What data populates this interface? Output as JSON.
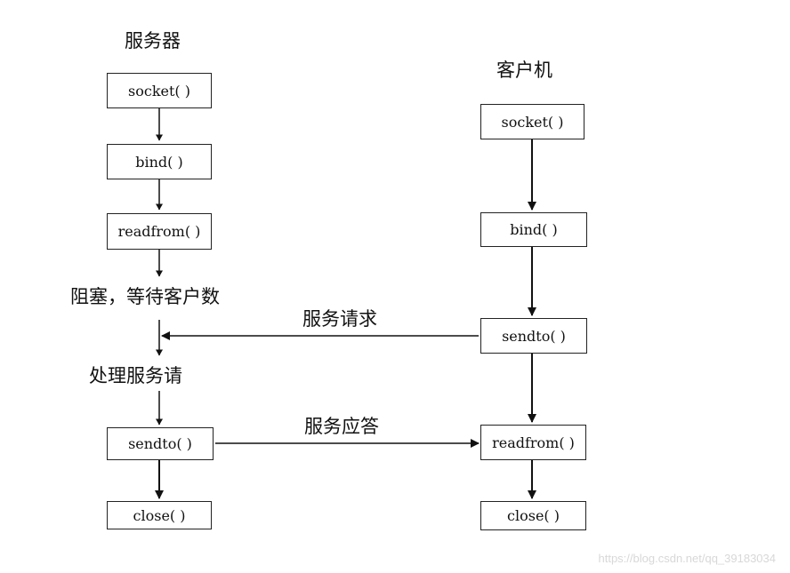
{
  "server": {
    "title": "服务器",
    "steps": [
      "socket( )",
      "bind( )",
      "readfrom( )",
      "sendto( )",
      "close( )"
    ],
    "block_label": "阻塞，等待客户数",
    "process_label": "处理服务请"
  },
  "client": {
    "title": "客户机",
    "steps": [
      "socket( )",
      "bind( )",
      "sendto( )",
      "readfrom( )",
      "close( )"
    ]
  },
  "messages": {
    "request": "服务请求",
    "response": "服务应答"
  },
  "watermark": "https://blog.csdn.net/qq_39183034"
}
